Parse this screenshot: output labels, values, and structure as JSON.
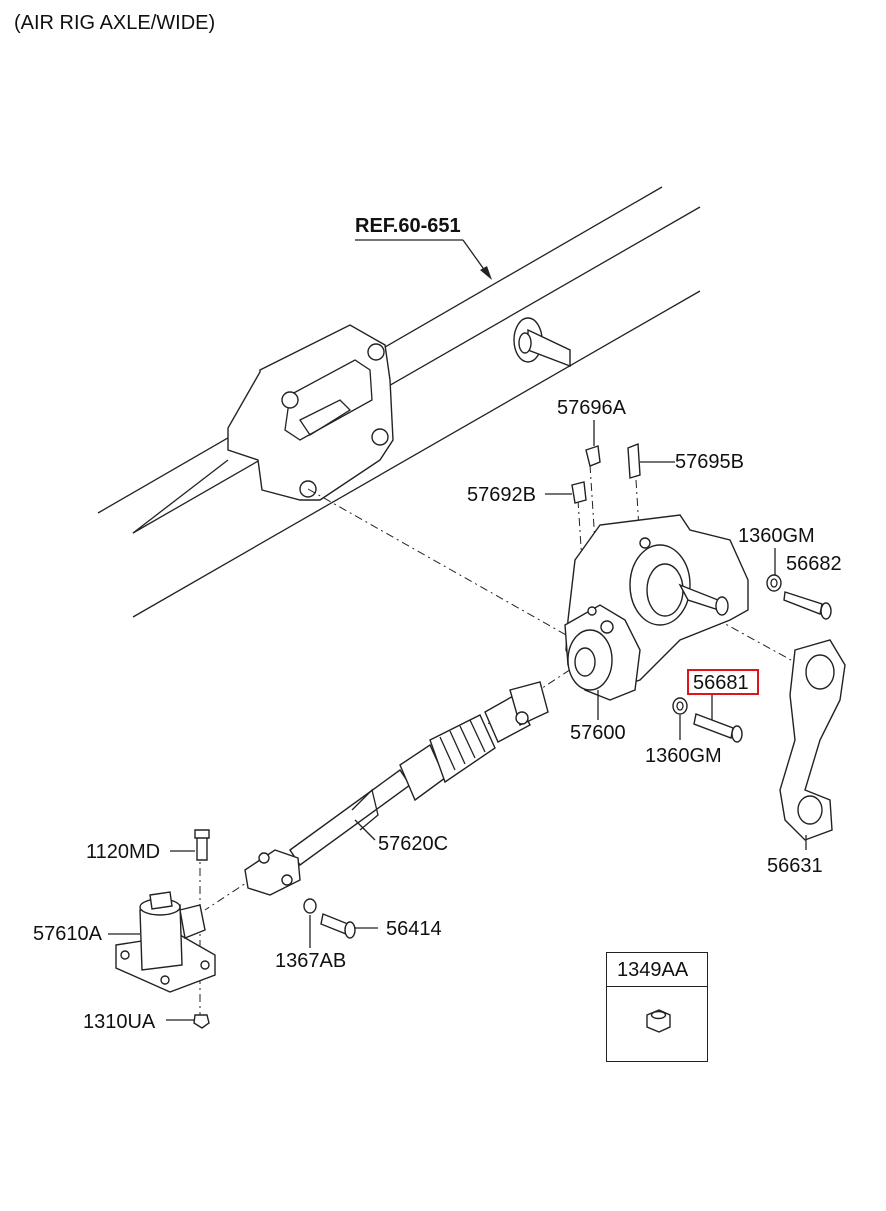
{
  "diagram": {
    "title": "(AIR RIG AXLE/WIDE)",
    "reference": "REF.60-651",
    "parts": {
      "p57696A": "57696A",
      "p57695B": "57695B",
      "p57692B": "57692B",
      "p1360GM_top": "1360GM",
      "p56682": "56682",
      "p56681": "56681",
      "p57600": "57600",
      "p1360GM_bottom": "1360GM",
      "p57620C": "57620C",
      "p1120MD": "1120MD",
      "p57610A": "57610A",
      "p56414": "56414",
      "p1367AB": "1367AB",
      "p1310UA": "1310UA",
      "p56631": "56631"
    },
    "boxed_part": "1349AA",
    "highlight_color": "#e0141a"
  }
}
